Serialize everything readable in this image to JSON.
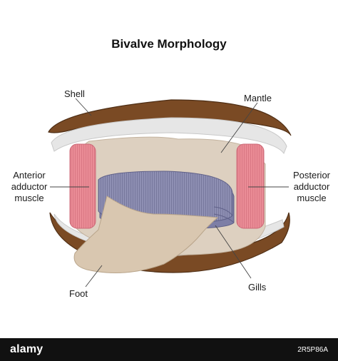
{
  "title": "Bivalve Morphology",
  "labels": {
    "shell": "Shell",
    "mantle": "Mantle",
    "anterior_line1": "Anterior",
    "anterior_line2": "adductor",
    "anterior_line3": "muscle",
    "posterior_line1": "Posterior",
    "posterior_line2": "adductor",
    "posterior_line3": "muscle",
    "foot": "Foot",
    "gills": "Gills"
  },
  "colors": {
    "shell": "#7a4a24",
    "inner_shell": "#e6e6e6",
    "mantle": "#ddd0c0",
    "muscle": "#ea8c96",
    "gills": "#8e8fb3",
    "foot": "#d9c7b0"
  },
  "footer": {
    "logo": "alamy",
    "stock_id": "2R5P86A"
  }
}
